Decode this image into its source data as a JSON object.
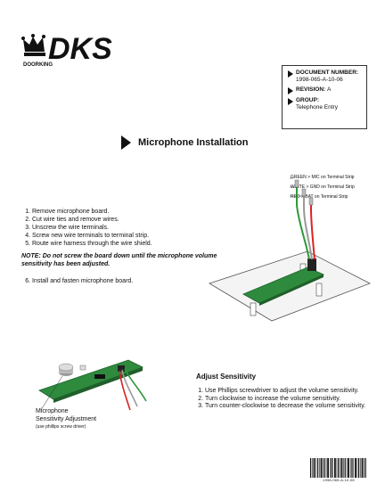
{
  "logo": {
    "brand": "DKS",
    "sub": "DOORKING"
  },
  "document_box": {
    "number_label": "DOCUMENT NUMBER:",
    "number_value": "1998-065-A-10-06",
    "revision_label": "REVISION:",
    "revision_value": "A",
    "group_label": "GROUP:",
    "group_value": "Telephone Entry"
  },
  "title": "Microphone Installation",
  "steps": [
    "Remove microphone board.",
    "Cut wire ties and remove wires.",
    "Unscrew the wire terminals.",
    "Screw new wire terminals to terminal strip.",
    "Route wire harness through the wire shield."
  ],
  "note": "NOTE:  Do not screw the board down until the microphone volume sensitivity has been adjusted.",
  "step6": "Install and fasten microphone board.",
  "wire_labels": [
    "GREEN > MIC on Terminal Strip",
    "WHITE > GND on Terminal Strip",
    "RED > BAT on Terminal Strip"
  ],
  "adjust": {
    "title": "Adjust Sensitivity",
    "steps": [
      "Use Phillips screwdriver to adjust the volume sensitivity.",
      "Turn clockwise to increase the volume sensitivity.",
      "Turn counter-clockwise to decrease the volume sensitivity."
    ]
  },
  "mic_label": {
    "line1": "Microphone",
    "line2": "Sensitivity Adjustment",
    "sub": "(use phillips screw driver)"
  },
  "barcode_text": "1998-065-A-10-06",
  "colors": {
    "board_green": "#2e8b3e",
    "wire_green": "#2e9a3a",
    "wire_red": "#d22",
    "wire_white": "#f5f5f5"
  }
}
